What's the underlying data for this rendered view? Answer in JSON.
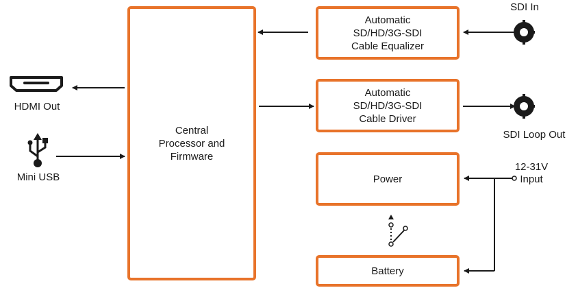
{
  "blocks": {
    "cpu": "Central\nProcessor and\nFirmware",
    "equalizer": "Automatic\nSD/HD/3G-SDI\nCable Equalizer",
    "driver": "Automatic\nSD/HD/3G-SDI\nCable Driver",
    "power": "Power",
    "battery": "Battery"
  },
  "ports": {
    "sdi_in": "SDI In",
    "sdi_loop_out": "SDI Loop Out",
    "hdmi_out": "HDMI Out",
    "mini_usb": "Mini USB",
    "power_input": "12-31V\nInput"
  },
  "colors": {
    "block_border": "#e8732a",
    "line": "#1a1a1a"
  },
  "icons": [
    "hdmi-port-icon",
    "usb-icon",
    "bnc-connector-icon",
    "power-terminal-icon",
    "switch-icon"
  ]
}
